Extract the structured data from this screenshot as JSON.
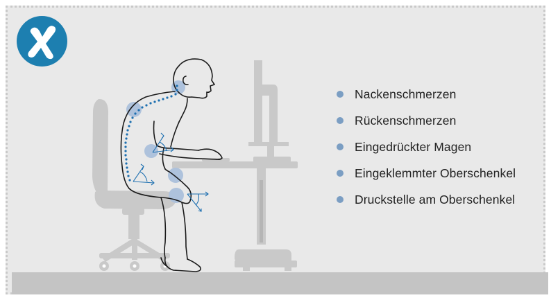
{
  "badge": {
    "symbol": "X",
    "meaning": "incorrect-posture",
    "color": "#1d7fb0"
  },
  "legend": {
    "items": [
      {
        "label": "Nackenschmerzen"
      },
      {
        "label": "Rückenschmerzen"
      },
      {
        "label": "Eingedrückter Magen"
      },
      {
        "label": "Eingeklemmter Oberschenkel"
      },
      {
        "label": "Druckstelle am Oberschenkel"
      }
    ],
    "bullet_color": "#7b9ec3"
  },
  "colors": {
    "background": "#e9e9e9",
    "floor": "#c4c4c4",
    "furniture": "#c9c9c9",
    "figure_outline": "#1a1a1a",
    "spine_dots": "#1d6fb0",
    "pain_markers": "#aec2dc",
    "angle_arrows": "#1d6fb0"
  },
  "icons": {
    "chair": "office-chair-icon",
    "desk": "standing-desk-icon",
    "monitor": "monitor-icon",
    "figure": "hunched-person-icon"
  }
}
